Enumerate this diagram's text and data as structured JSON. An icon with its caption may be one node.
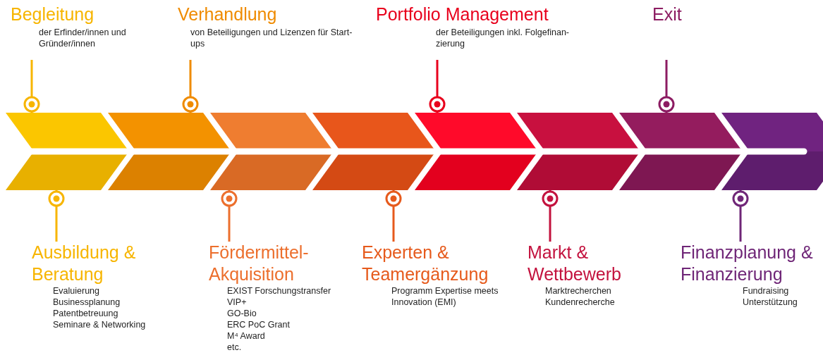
{
  "diagram": {
    "nodes": [
      {
        "text": [
          "Begleitung",
          "der Erfinder/innen und Gründer/innen"
        ]
      },
      {
        "text": [
          "Verhandlung",
          "von Beteiligungen und Lizenzen für Start-ups"
        ]
      },
      {
        "text": [
          "Portfolio Management",
          "der Beteiligungen inkl. Folgefinan-zierung"
        ]
      },
      {
        "text": [
          "Exit"
        ]
      },
      {
        "text": [],
        "shape": "chevron"
      },
      {
        "text": [],
        "shape": "chevron"
      },
      {
        "text": [],
        "shape": "chevron"
      },
      {
        "text": [],
        "shape": "chevron"
      },
      {
        "text": [],
        "shape": "chevron"
      },
      {
        "text": [],
        "shape": "chevron"
      },
      {
        "text": [],
        "shape": "chevron"
      },
      {
        "text": [],
        "shape": "chevron"
      },
      {
        "text": [
          "Ausbildung & Beratung",
          "Evaluierung",
          "Businessplanung",
          "Patentbetreuung",
          "Seminare & Networking"
        ]
      },
      {
        "text": [
          "Fördermittel-Akquisition",
          "EXIST Forschungstransfer",
          "VIP+",
          "GO-Bio",
          "ERC PoC Grant",
          "M⁴ Award",
          "etc."
        ]
      },
      {
        "text": [
          "Experten & Teamergänzung",
          "Programm Expertise meets Innovation (EMI)"
        ]
      },
      {
        "text": [
          "Markt & Wettbewerb",
          "Marktrecherchen",
          "Kundenrecherche"
        ]
      },
      {
        "text": [
          "Finanzplanung & Finanzierung",
          "Fundraising",
          "Unterstützung"
        ]
      }
    ],
    "edges": [
      {
        "from": 0,
        "to": 4,
        "arrow": "other",
        "color": "#f7b500"
      },
      {
        "from": 1,
        "to": 5,
        "arrow": "other",
        "color": "#ef8b00"
      },
      {
        "from": 2,
        "to": 8,
        "arrow": "other",
        "color": "#e8001c"
      },
      {
        "from": 3,
        "to": 10,
        "arrow": "other",
        "color": "#8c1c62"
      },
      {
        "from": 12,
        "to": 4,
        "arrow": "other",
        "color": "#f7b500"
      },
      {
        "from": 13,
        "to": 6,
        "arrow": "other",
        "color": "#ec6f2d"
      },
      {
        "from": 14,
        "to": 7,
        "arrow": "other",
        "color": "#e65a1c"
      },
      {
        "from": 15,
        "to": 9,
        "arrow": "other",
        "color": "#c3123e"
      },
      {
        "from": 16,
        "to": 11,
        "arrow": "other",
        "color": "#6f2677"
      }
    ]
  }
}
